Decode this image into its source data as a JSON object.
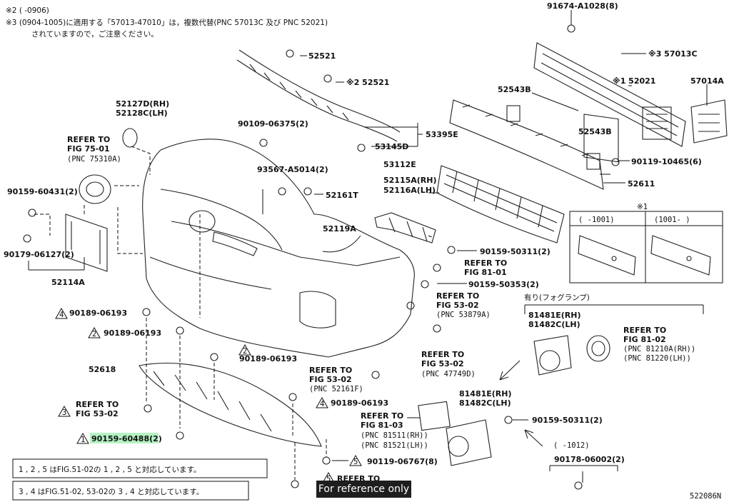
{
  "header": {
    "note_line1": "※2 (       -0906)",
    "note_line2": "※3 (0904-1005)に適用する「57013-47010」は，複数代替(PNC 57013C 及び PNC 52021)",
    "note_line3": "されていますので，ご注意ください。"
  },
  "labels": {
    "p91674": "91674-A1028(8)",
    "p52521a": "52521",
    "p52521b": "※2 52521",
    "p57013c": "※3 57013C",
    "p52021": "※1 52021",
    "p57014a": "57014A",
    "p52543b_top": "52543B",
    "p52543b_mid": "52543B",
    "p90119_10465": "90119-10465(6)",
    "p52611": "52611",
    "p52127d": "52127D(RH)",
    "p52128c": "52128C(LH)",
    "p90109": "90109-06375(2)",
    "p53395e": "53395E",
    "p53145d": "53145D",
    "p53112e": "53112E",
    "p52115a": "52115A(RH)",
    "p52116a": "52116A(LH)",
    "p93567": "93567-A5014(2)",
    "p52161t": "52161T",
    "refer_75_l1": "REFER TO",
    "refer_75_l2": "FIG 75-01",
    "refer_75_l3": "(PNC 75310A)",
    "p90159_60431": "90159-60431(2)",
    "p90179": "90179-06127(2)",
    "p52114a": "52114A",
    "p52119a": "52119A",
    "p90159_50311_top": "90159-50311(2)",
    "refer_81_01_l1": "REFER TO",
    "refer_81_01_l2": "FIG 81-01",
    "p90159_50353": "90159-50353(2)",
    "refer_53_02a_l1": "REFER TO",
    "refer_53_02a_l2": "FIG 53-02",
    "refer_53_02a_l3": "(PNC 53879A)",
    "p90189_a": "90189-06193",
    "p90189_b": "90189-06193",
    "p90189_c": "90189-06193",
    "p90189_d": "90189-06193",
    "p52618": "52618",
    "refer_53_02b_l1": "REFER TO",
    "refer_53_02b_l2": "FIG 53-02",
    "refer_53_02b_l3": "(PNC 52161F)",
    "refer_53_02c_l1": "REFER TO",
    "refer_53_02c_l2": "FIG 53-02",
    "refer_53_02c_l3": "(PNC 47749D)",
    "refer_53_02d_l1": "REFER TO",
    "refer_53_02d_l2": "FIG 53-02",
    "p90159_60488": "90159-60488(2)",
    "refer_81_03_l1": "REFER TO",
    "refer_81_03_l2": "FIG 81-03",
    "refer_81_03_l3": "(PNC 81511(RH))",
    "refer_81_03_l4": "(PNC 81521(LH))",
    "p90119_06767": "90119-06767(8)",
    "refer_bottom": "REFER TO",
    "fog_title": "有り(フォグランプ)",
    "p81481e_top": "81481E(RH)",
    "p81482c_top": "81482C(LH)",
    "refer_81_02_l1": "REFER TO",
    "refer_81_02_l2": "FIG 81-02",
    "refer_81_02_l3": "(PNC 81210A(RH))",
    "refer_81_02_l4": "(PNC 81220(LH))",
    "p81481e_low": "81481E(RH)",
    "p81482c_low": "81482C(LH)",
    "p90159_50311_low": "90159-50311(2)",
    "p1012": "(      -1012)",
    "p90178": "90178-06002(2)",
    "inset_mark": "※1",
    "inset_left": "(      -1001)",
    "inset_right": "(1001-      )",
    "legend1": "1 , 2 , 5 はFIG.51-02の 1 , 2 , 5 と対応しています。",
    "legend2": "3 , 4 はFIG.51-02, 53-02の 3 , 4 と対応しています。",
    "footer_code": "522086N",
    "tri_1": "1",
    "tri_2": "2",
    "tri_3": "3",
    "tri_4": "4",
    "tri_5": "5"
  },
  "badge": {
    "text": "For reference only"
  },
  "colors": {
    "highlight": "#a8f0b8",
    "badge_bg": "#1e1e1e",
    "line": "#111111"
  }
}
